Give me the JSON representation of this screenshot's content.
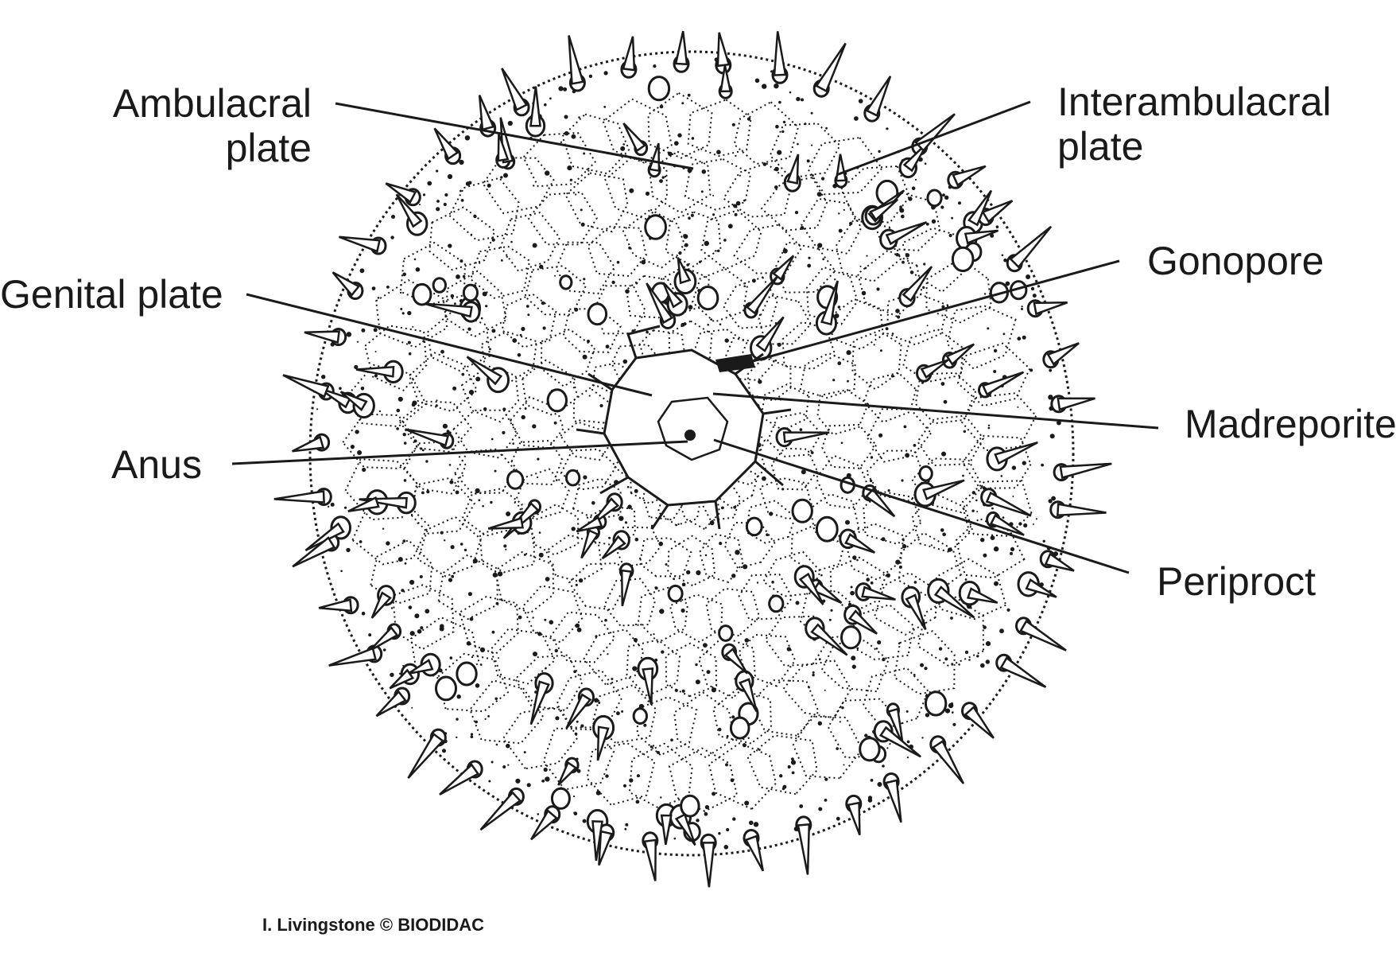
{
  "labels": {
    "ambulacral": [
      "Ambulacral",
      "plate"
    ],
    "interambulacral": [
      "Interambulacral",
      "plate"
    ],
    "genital": "Genital plate",
    "gonopore": "Gonopore",
    "madreporite": "Madreporite",
    "anus": "Anus",
    "periproct": "Periproct"
  },
  "credit": "I. Livingstone © BIODIDAC",
  "colors": {
    "ink": "#1a1a1a",
    "background": "#ffffff"
  }
}
